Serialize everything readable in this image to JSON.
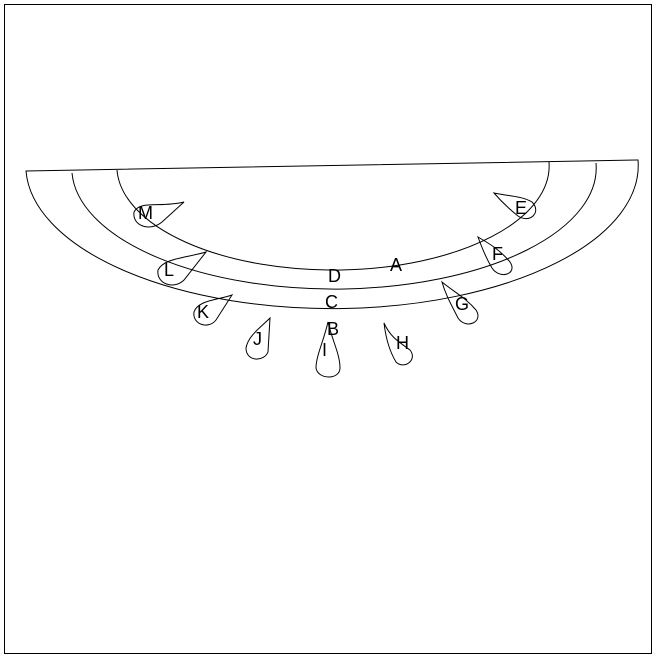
{
  "diagram": {
    "labels": {
      "A": "A",
      "B": "B",
      "C": "C",
      "D": "D",
      "E": "E",
      "F": "F",
      "G": "G",
      "H": "H",
      "I": "I",
      "J": "J",
      "K": "K",
      "L": "L",
      "M": "M"
    },
    "colors": {
      "stroke": "#000000",
      "background": "#ffffff"
    }
  }
}
